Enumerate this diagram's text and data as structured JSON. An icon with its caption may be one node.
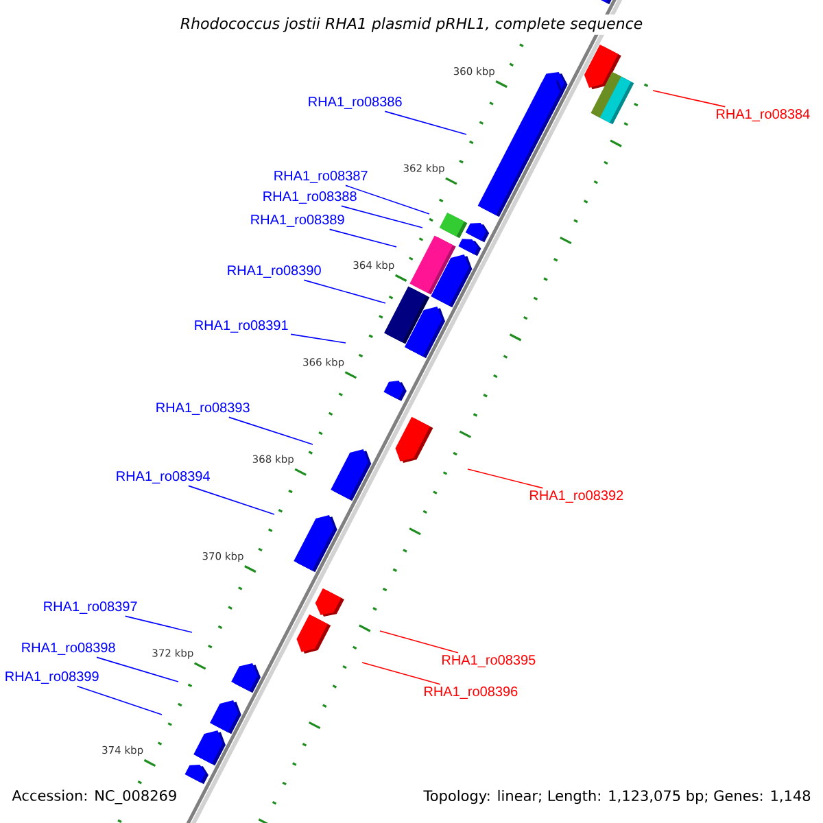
{
  "diagram": {
    "title": "Rhodococcus jostii RHA1 plasmid pRHL1, complete sequence",
    "nodes": [
      {
        "text": [
          "RHA1_ro08386"
        ]
      },
      {
        "text": [
          "RHA1_ro08384"
        ]
      },
      {
        "text": [
          "RHA1_ro08387"
        ]
      },
      {
        "text": [
          "RHA1_ro08388"
        ]
      },
      {
        "text": [
          "RHA1_ro08389"
        ]
      },
      {
        "text": [
          "RHA1_ro08390"
        ]
      },
      {
        "text": [
          "RHA1_ro08391"
        ]
      },
      {
        "text": [
          "RHA1_ro08393"
        ]
      },
      {
        "text": [
          "RHA1_ro08394"
        ]
      },
      {
        "text": [
          "RHA1_ro08392"
        ]
      },
      {
        "text": [
          "RHA1_ro08397"
        ]
      },
      {
        "text": [
          "RHA1_ro08398"
        ]
      },
      {
        "text": [
          "RHA1_ro08395"
        ]
      },
      {
        "text": [
          "RHA1_ro08399"
        ]
      },
      {
        "text": [
          "RHA1_ro08396"
        ]
      }
    ],
    "edges": [
      {
        "from": 0,
        "to": null,
        "arrow": "none"
      },
      {
        "from": 1,
        "to": null,
        "arrow": "none",
        "color": "#ff0000"
      },
      {
        "from": 2,
        "to": null,
        "arrow": "none"
      },
      {
        "from": 3,
        "to": null,
        "arrow": "none"
      },
      {
        "from": 4,
        "to": null,
        "arrow": "none"
      },
      {
        "from": 5,
        "to": null,
        "arrow": "none"
      },
      {
        "from": 6,
        "to": null,
        "arrow": "none"
      },
      {
        "from": 7,
        "to": null,
        "arrow": "none"
      },
      {
        "from": 8,
        "to": null,
        "arrow": "none"
      },
      {
        "from": 9,
        "to": null,
        "arrow": "none",
        "color": "#ff0000"
      },
      {
        "from": 10,
        "to": null,
        "arrow": "none"
      },
      {
        "from": 11,
        "to": null,
        "arrow": "none"
      },
      {
        "from": 12,
        "to": null,
        "arrow": "none",
        "color": "#ff0000"
      },
      {
        "from": 13,
        "to": null,
        "arrow": "none"
      },
      {
        "from": 14,
        "to": null,
        "arrow": "none",
        "color": "#ff0000"
      }
    ],
    "labels": [
      "360 kbp",
      "362 kbp",
      "364 kbp",
      "366 kbp",
      "368 kbp",
      "370 kbp",
      "372 kbp",
      "374 kbp",
      "Accession: NC_008269",
      "Topology: linear; Length: 1,123,075 bp; Genes: 1,148"
    ]
  }
}
